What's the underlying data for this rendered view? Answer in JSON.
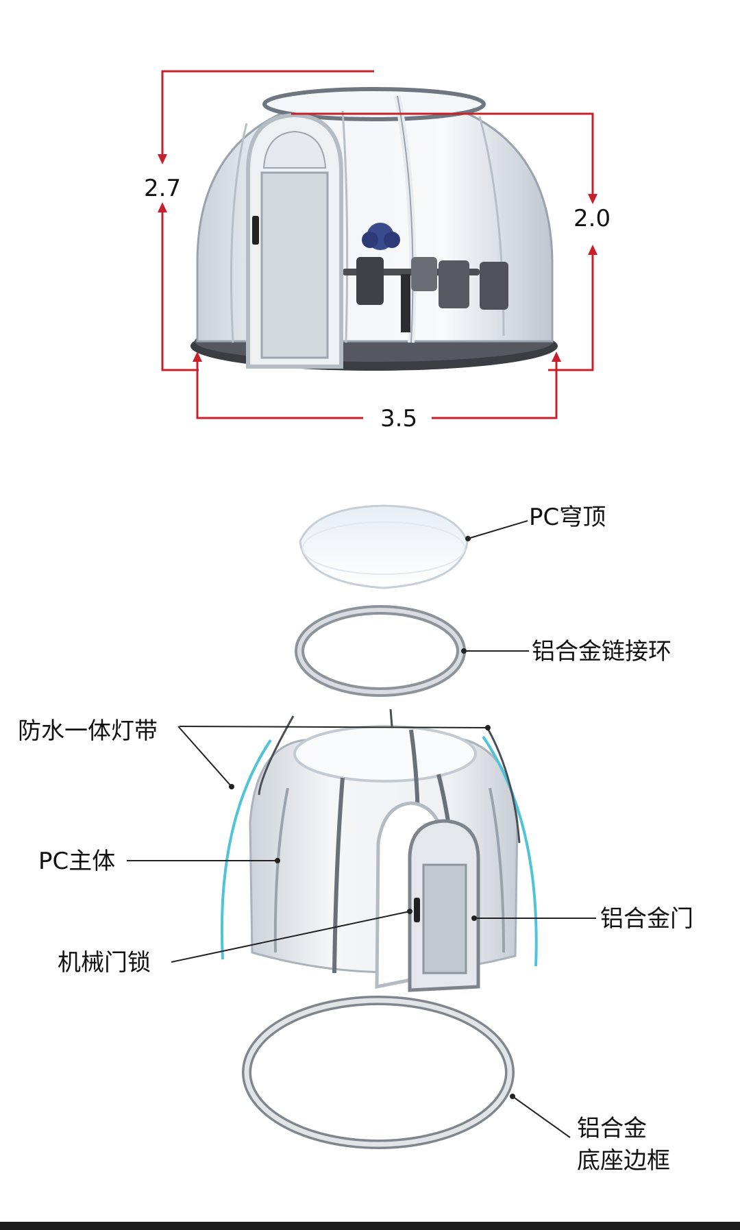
{
  "dimensions": {
    "total_height": "2.7",
    "wall_height": "2.0",
    "diameter": "3.5"
  },
  "parts": {
    "pc_dome": "PC穹顶",
    "alloy_ring": "铝合金链接环",
    "led_strip": "防水一体灯带",
    "pc_body": "PC主体",
    "alloy_door": "铝合金门",
    "door_lock": "机械门锁",
    "base_frame_line1": "铝合金",
    "base_frame_line2": "底座边框"
  },
  "colors": {
    "dimension_line": "#c8202a",
    "frame": "#6b6f74",
    "glass": "#dfe6ee",
    "led": "#4fc3d8"
  }
}
